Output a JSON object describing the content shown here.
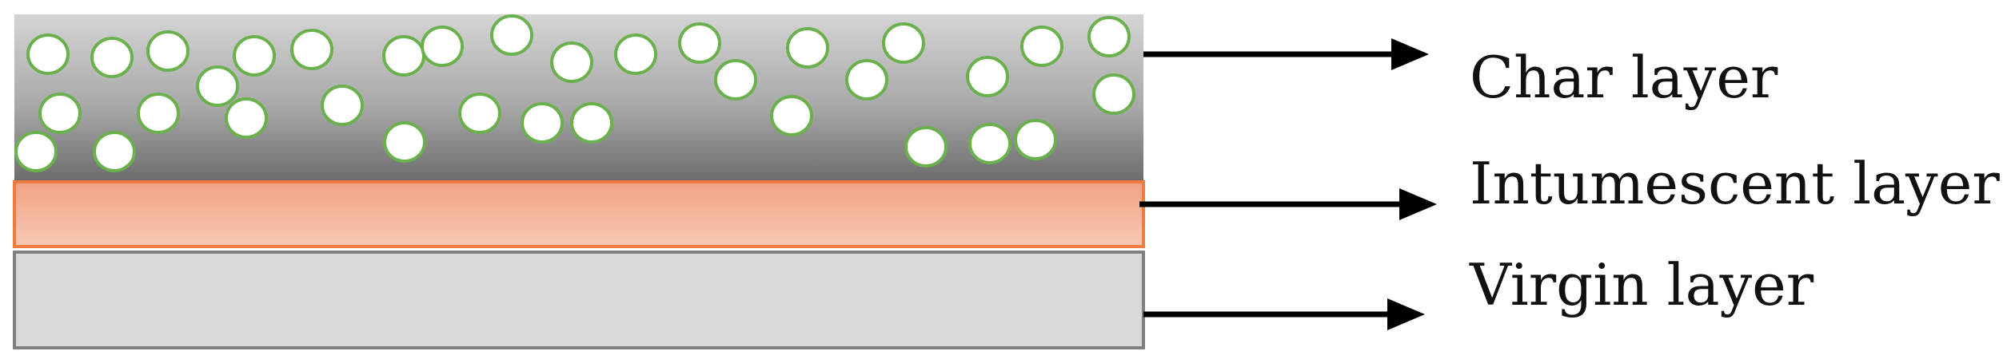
{
  "layers": [
    {
      "id": "char",
      "label": "Char layer",
      "fill_gradient": [
        "#d2d2d2",
        "#6e6e6e"
      ],
      "bubble_fill": "#ffffff",
      "bubble_stroke": "#6ab04c"
    },
    {
      "id": "intumescent",
      "label": "Intumescent layer",
      "fill_gradient": [
        "#f29e7e",
        "#f7c7b2"
      ],
      "stroke": "#f07b3f"
    },
    {
      "id": "virgin",
      "label": "Virgin layer",
      "fill": "#d9d9d9",
      "stroke": "#7f7f7f"
    }
  ],
  "arrow_color": "#000000"
}
